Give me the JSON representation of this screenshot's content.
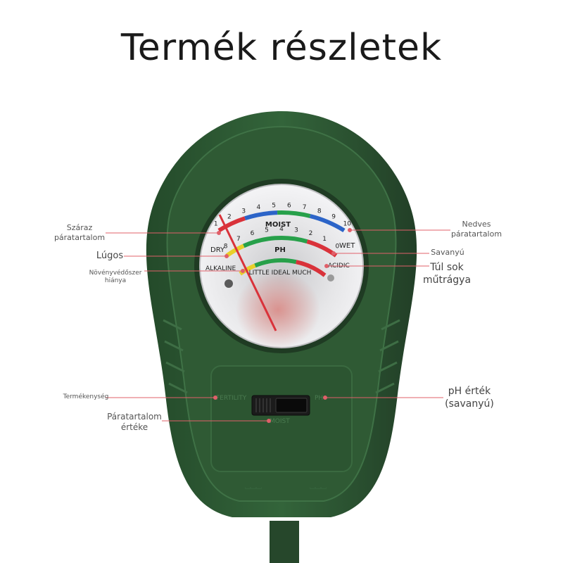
{
  "title": "Termék részletek",
  "annotations": {
    "dry_moisture": [
      "Száraz",
      "páratartalom"
    ],
    "alkaline": "Lúgos",
    "nutrient_deficit": [
      "Növényvédőszer",
      "hiánya"
    ],
    "wet_moisture": [
      "Nedves",
      "páratartalom"
    ],
    "acidic": "Savanyú",
    "too_much_fertilizer": [
      "Túl sok",
      "műtrágya"
    ],
    "fertility": "Termékenység",
    "moisture_value": [
      "Páratartalom",
      "értéke"
    ],
    "ph_value": [
      "pH érték",
      "(savanyú)"
    ]
  },
  "gauge": {
    "moist_label": "MOIST",
    "ph_label": "PH",
    "dry_label": "DRY",
    "wet_label": "WET",
    "alkaline_label": "ALKALINE",
    "acidic_label": "ACIDIC",
    "fert_scale_label": "LITTLE IDEAL MUCH",
    "moist_ticks": [
      "1",
      "2",
      "3",
      "4",
      "5",
      "6",
      "7",
      "8",
      "9",
      "10"
    ],
    "ph_ticks": [
      "8",
      "7",
      "6",
      "5",
      "4",
      "3",
      "2",
      "1",
      "0"
    ]
  },
  "switch": {
    "fertility_label": "FERTILITY",
    "ph_label": "PH",
    "moist_label": "MOIST"
  },
  "colors": {
    "device_green": "#2f5a34",
    "leader_line": "#e0606a",
    "scale_red": "#d9323a",
    "scale_blue": "#2c64c8",
    "scale_green": "#27a04a",
    "scale_yellow": "#e8d02a"
  }
}
